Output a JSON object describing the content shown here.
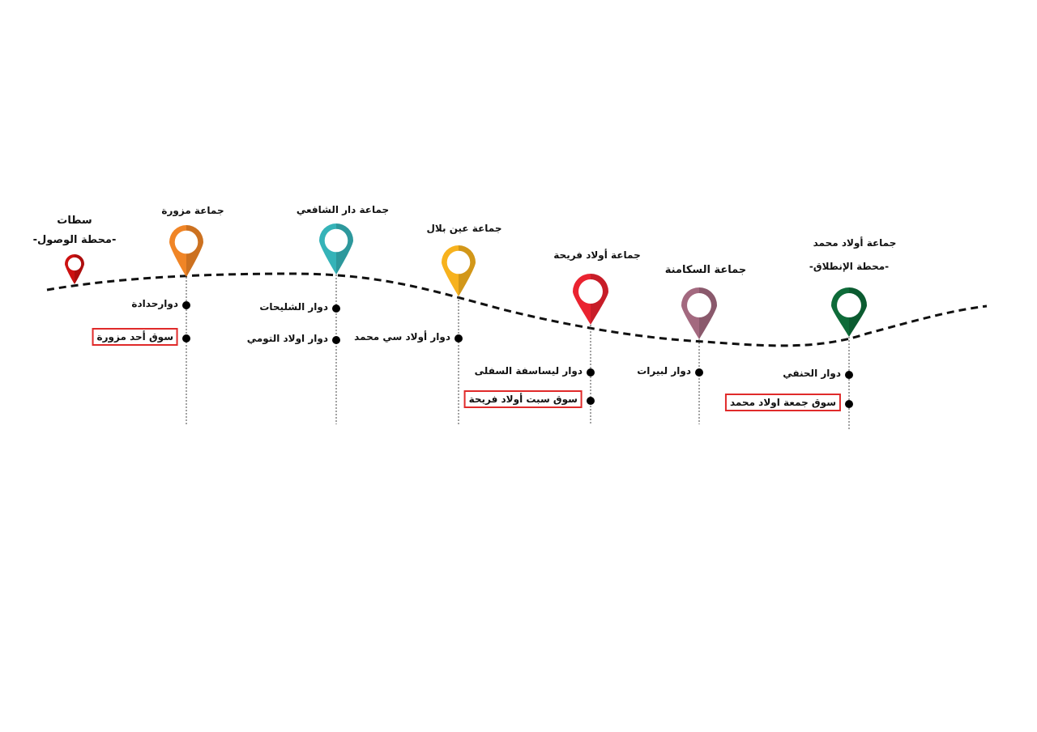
{
  "arrival": {
    "line1": "سطات",
    "line2": "-محطة الوصول-",
    "color": "#cc1111"
  },
  "stations": [
    {
      "title": "جماعة مزورة",
      "subtitle": "",
      "color": "#f08526",
      "items": [
        {
          "label": "دوارحدادة",
          "market": false
        },
        {
          "label": "سوق أحد مزورة",
          "market": true
        }
      ]
    },
    {
      "title": "جماعة دار الشافعي",
      "subtitle": "",
      "color": "#35b3b8",
      "items": [
        {
          "label": "دوار الشليحات",
          "market": false
        },
        {
          "label": "دوار اولاد التومي",
          "market": false
        }
      ]
    },
    {
      "title": "جماعة عين بلال",
      "subtitle": "",
      "color": "#f7b21e",
      "items": [
        {
          "label": "دوار أولاد سي محمد",
          "market": false
        }
      ]
    },
    {
      "title": "جماعة أولاد فريحة",
      "subtitle": "",
      "color": "#ea2330",
      "items": [
        {
          "label": "دوار ليساسفة السفلى",
          "market": false
        },
        {
          "label": "سوق سبت أولاد فريحة",
          "market": true
        }
      ]
    },
    {
      "title": "جماعة السكامنة",
      "subtitle": "",
      "color": "#a3697f",
      "items": [
        {
          "label": "دوار لبيرات",
          "market": false
        }
      ]
    },
    {
      "title": "جماعة أولاد محمد",
      "subtitle": "-محطة الإنطلاق-",
      "color": "#0e6b39",
      "items": [
        {
          "label": "دوار الحنفي",
          "market": false
        },
        {
          "label": "سوق جمعة اولاد محمد",
          "market": true
        }
      ]
    }
  ],
  "colors": {
    "route": "#111111",
    "market_box": "#e02a2a",
    "dot": "#000000"
  }
}
